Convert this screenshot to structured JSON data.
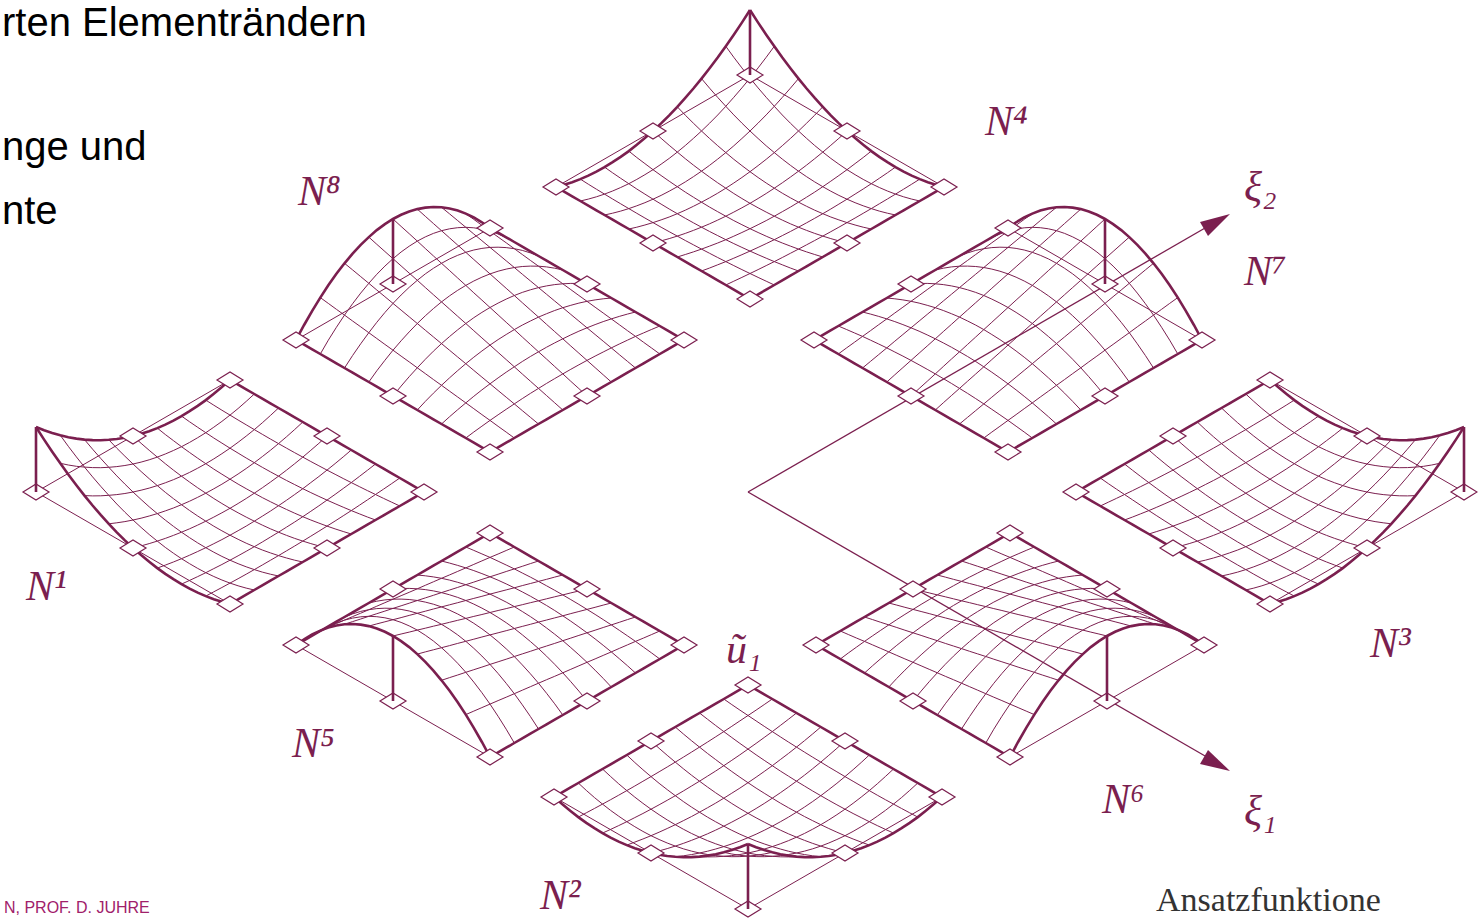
{
  "diagram": {
    "labels": [
      "rten Elementrändern",
      "nge und",
      "nte",
      "N⁸",
      "N⁴",
      "ξ₂",
      "N⁷",
      "N¹",
      "N³",
      "ũ₁",
      "N⁵",
      "N⁶",
      "ξ₁",
      "N²",
      "N, PROF. D. JUHRE",
      "Ansatzfunktione"
    ]
  }
}
